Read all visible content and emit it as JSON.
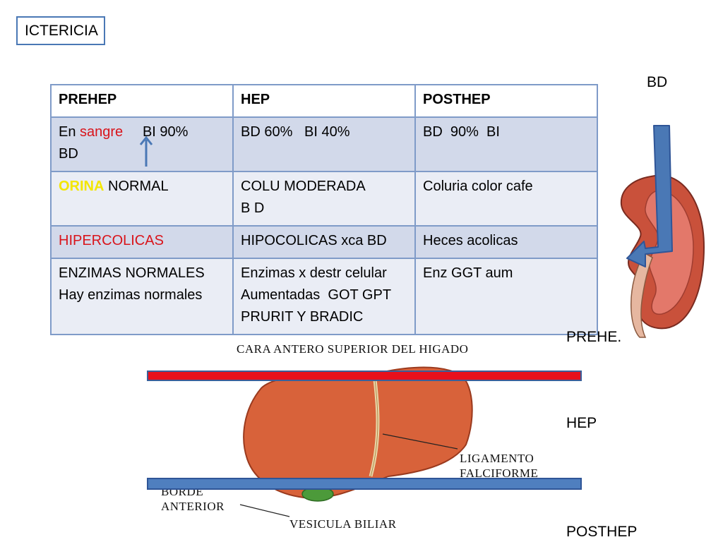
{
  "title": "ICTERICIA",
  "table": {
    "headers": [
      "PREHEP",
      "HEP",
      "POSTHEP"
    ],
    "rows": [
      {
        "prehep": {
          "prefix": "En ",
          "highlight": "sangre",
          "suffix": "     BI 90%",
          "line2": "BD"
        },
        "hep": [
          "BD 60%   BI 40%"
        ],
        "posthep": [
          "BD  90%  BI"
        ]
      },
      {
        "prehep": {
          "highlight": "ORINA",
          "suffix": " NORMAL"
        },
        "hep": [
          "COLU MODERADA",
          "B D"
        ],
        "posthep": [
          "Coluria color cafe"
        ]
      },
      {
        "prehep": {
          "highlight": "HIPERCOLICAS"
        },
        "hep": [
          "HIPOCOLICAS xca BD"
        ],
        "posthep": [
          "Heces acolicas"
        ]
      },
      {
        "prehep": {
          "line1": "ENZIMAS NORMALES",
          "line2": "Hay enzimas normales"
        },
        "hep": [
          "Enzimas x destr celular",
          "Aumentadas  GOT GPT",
          "PRURIT Y BRADIC"
        ],
        "posthep": [
          "Enz GGT aum"
        ]
      }
    ]
  },
  "side_labels": {
    "bd": "BD",
    "prehep": "PREHE.",
    "hep": "HEP",
    "posthep": "POSTHEP"
  },
  "diagram": {
    "title": "CARA ANTERO SUPERIOR DEL HIGADO",
    "ligamento_1": "LIGAMENTO",
    "ligamento_2": "FALCIFORME",
    "borde_1": "BORDE",
    "borde_2": "ANTERIOR",
    "vesicula": "VESICULA BILIAR"
  },
  "colors": {
    "red_bar": "#e8101c",
    "blue_bar": "#4f7fbf",
    "arrow": "#4a78b5"
  }
}
